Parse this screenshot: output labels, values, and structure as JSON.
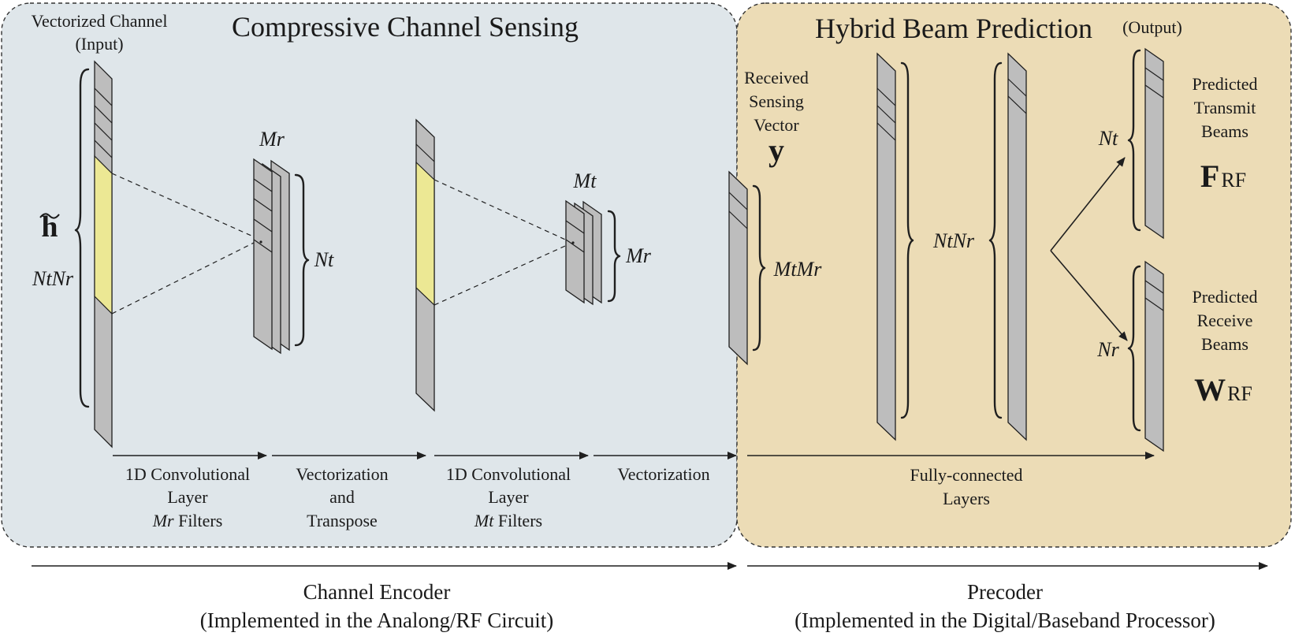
{
  "panels": {
    "left_title": "Compressive Channel Sensing",
    "right_title": "Hybrid Beam Prediction",
    "left_fill": "#dfe6ea",
    "right_fill": "#ecdcb6"
  },
  "input": {
    "label_line1": "Vectorized Channel",
    "label_line2": "(Input)",
    "symbol": "h",
    "size_label": "NtNr"
  },
  "conv1": {
    "filters_symbol": "Mr",
    "size_label": "Nt"
  },
  "conv2": {
    "filters_symbol": "Mt",
    "size_label": "Mr"
  },
  "sensing": {
    "label_line1": "Received",
    "label_line2": "Sensing",
    "label_line3": "Vector",
    "symbol": "y",
    "size_label": "MtMr"
  },
  "fc": {
    "size_label": "NtNr"
  },
  "output": {
    "label": "(Output)",
    "transmit_line1": "Predicted",
    "transmit_line2": "Transmit",
    "transmit_line3": "Beams",
    "transmit_symbol": "FRF",
    "transmit_size": "Nt",
    "receive_line1": "Predicted",
    "receive_line2": "Receive",
    "receive_line3": "Beams",
    "receive_symbol": "WRF",
    "receive_size": "Nr"
  },
  "steps": {
    "step1_line1": "1D Convolutional",
    "step1_line2": "Layer",
    "step1_line3": "Mr Filters",
    "step2_line1": "Vectorization",
    "step2_line2": "and",
    "step2_line3": "Transpose",
    "step3_line1": "1D Convolutional",
    "step3_line2": "Layer",
    "step3_line3": "Mt Filters",
    "step4_line1": "Vectorization",
    "step5_line1": "Fully-connected",
    "step5_line2": "Layers"
  },
  "bottom": {
    "encoder_title": "Channel Encoder",
    "encoder_sub": "(Implemented in the Analong/RF Circuit)",
    "precoder_title": "Precoder",
    "precoder_sub": "(Implemented in the Digital/Baseband Processor)"
  }
}
